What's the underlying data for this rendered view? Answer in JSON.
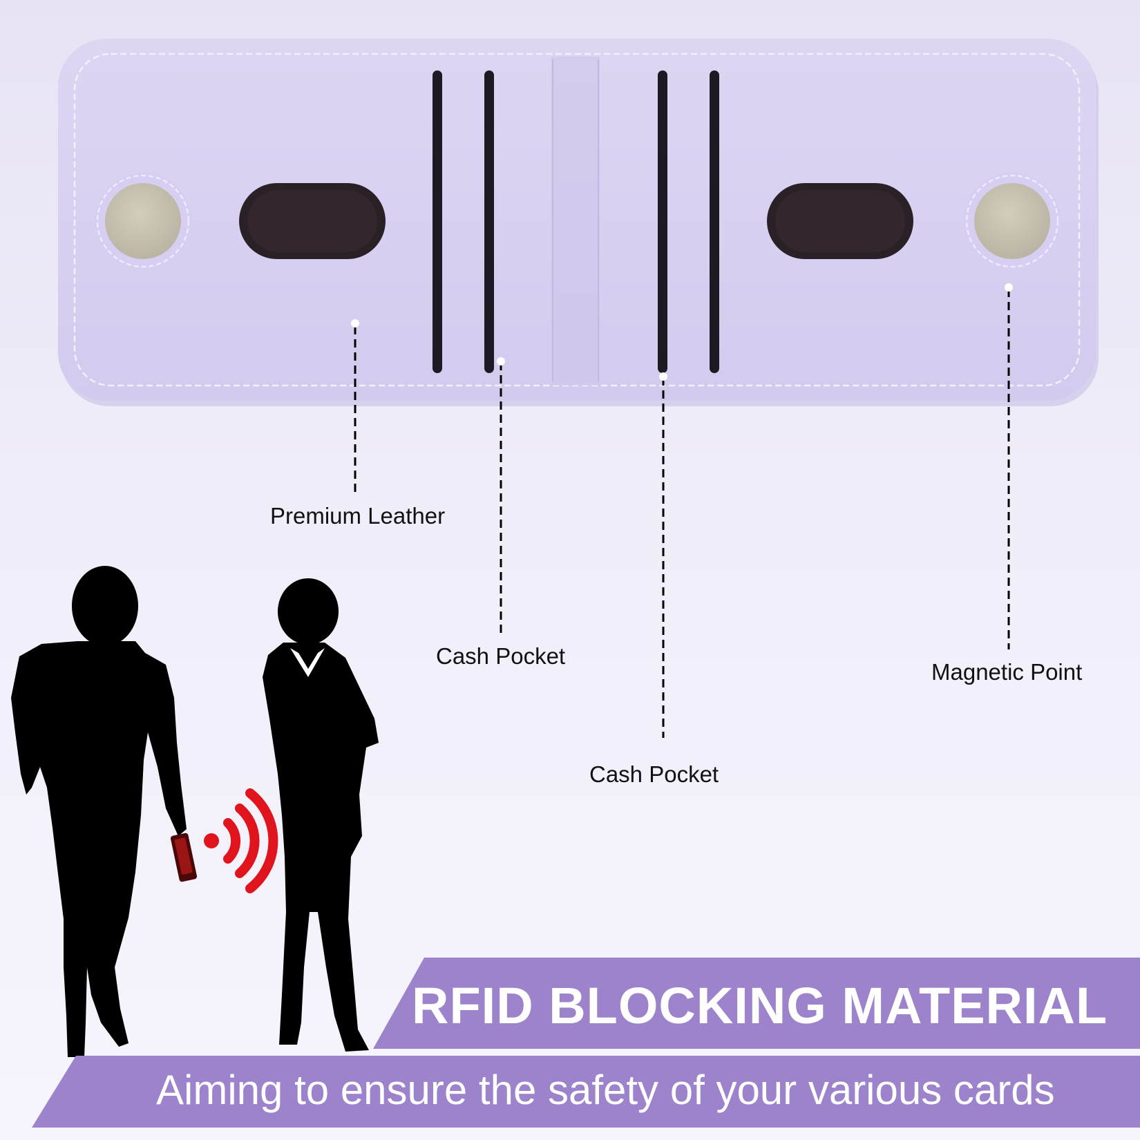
{
  "callouts": {
    "premium_leather": "Premium Leather",
    "cash_pocket_1": "Cash Pocket",
    "cash_pocket_2": "Cash Pocket",
    "magnetic_point": "Magnetic Point"
  },
  "banner": {
    "title": "RFID BLOCKING MATERIAL",
    "subtitle": "Aiming to ensure the safety of your various cards"
  },
  "colors": {
    "background": "#f1effa",
    "leather": "#d9d2f1",
    "banner": "#9c83cb",
    "rfid_waves": "#e0141c",
    "silhouettes": "#000000"
  }
}
